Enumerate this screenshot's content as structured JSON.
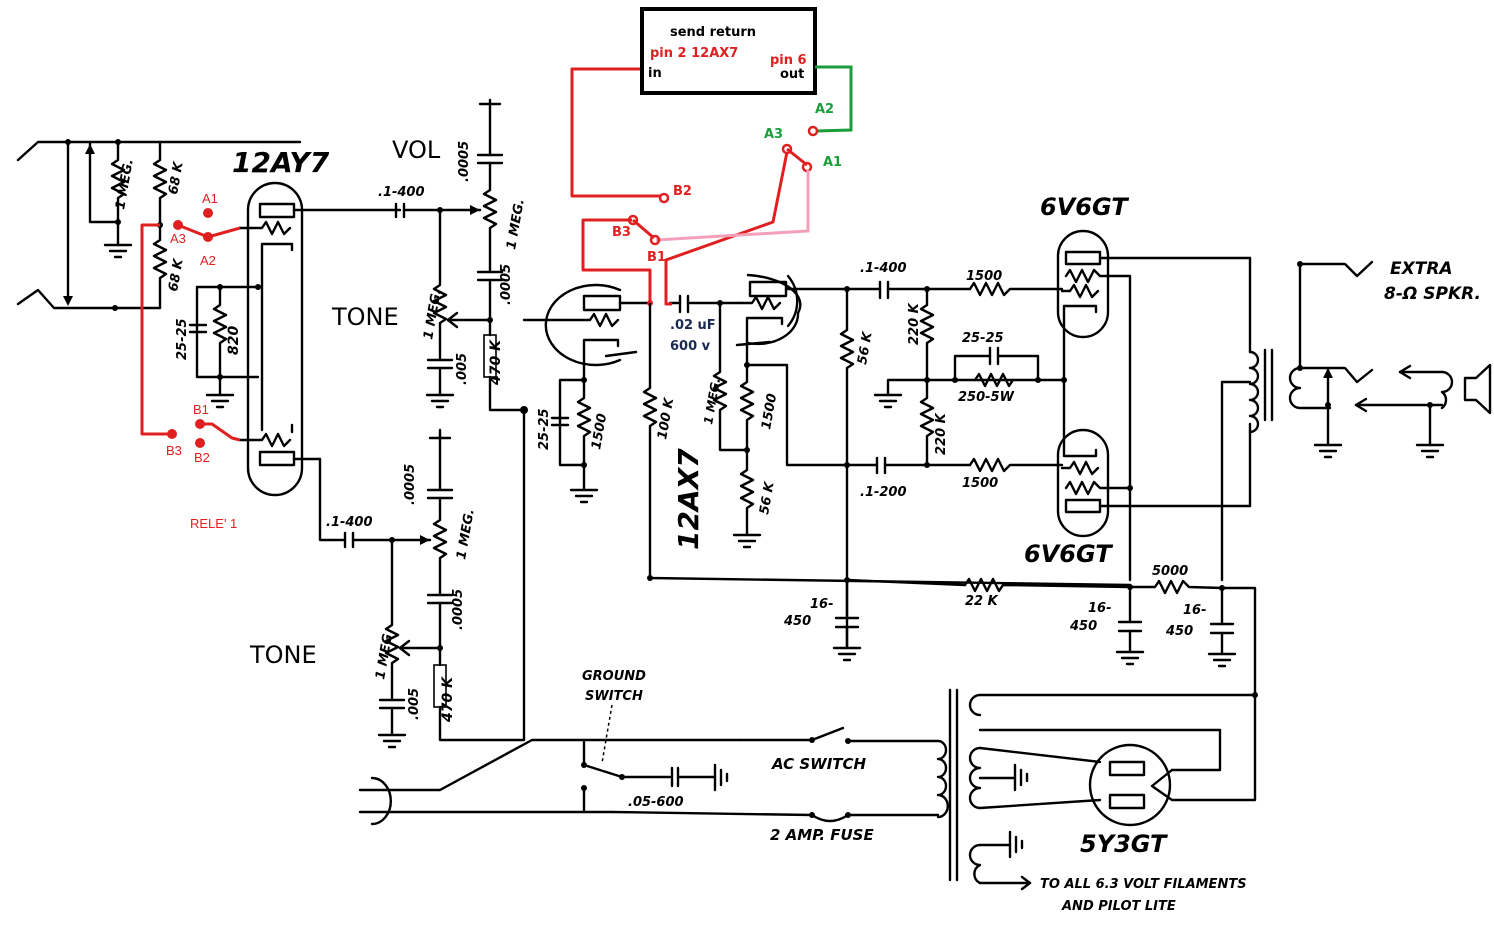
{
  "title": "Guitar amplifier schematic with send/return loop modification",
  "colors": {
    "wire": "#000000",
    "mod_red": "#e02020",
    "mod_green": "#1a9e3a",
    "mod_pink": "#f4a0b8"
  },
  "tubes": {
    "v1": "12AY7",
    "v2": "12AX7",
    "v3": "6V6GT",
    "v4": "6V6GT",
    "rectifier": "5Y3GT"
  },
  "controls": {
    "vol": "VOL",
    "tone1": "TONE",
    "tone2": "TONE"
  },
  "input_section": {
    "r_grid": "1 MEG.",
    "r_upper": "68 K",
    "r_lower": "68 K",
    "cap_cathode": "25-25",
    "r_cathode": "820"
  },
  "relay": {
    "label": "RELE' 1",
    "contacts": [
      "A1",
      "A2",
      "A3",
      "B1",
      "B2",
      "B3"
    ]
  },
  "send_return": {
    "title": "send return",
    "in_pin": "pin 2 12AX7",
    "in_label": "in",
    "out_pin": "pin 6",
    "out_label": "out",
    "contacts": {
      "a1": "A1",
      "a2": "A2",
      "a3": "A3",
      "b1": "B1",
      "b2": "B2",
      "b3": "B3"
    }
  },
  "coupling_cap_mod": {
    "value": ".02 uF",
    "voltage": "600 v"
  },
  "tone_stack_1": {
    "c_coupling": ".1-400",
    "c_top": ".0005",
    "pot_vol": "1 MEG.",
    "c_mid": ".0005",
    "pot_tone": "1 MEG.",
    "c_tone": ".005",
    "r_mix": "470 K"
  },
  "tone_stack_2": {
    "c_coupling": ".1-400",
    "c_top": ".0005",
    "pot_vol": "1 MEG.",
    "c_mid": ".0005",
    "pot_tone": "1 MEG",
    "c_tone": ".005",
    "r_mix": "470 K"
  },
  "second_stage": {
    "cap_cathode": "25-25",
    "r_cathode": "1500",
    "r_plate": "100 K",
    "r_grid": "1 MEG.",
    "r_pi_cathode": "1500",
    "r_tail": "56 K"
  },
  "phase_inverter_out": {
    "c_top": ".1-400",
    "c_bottom": ".1-200",
    "r_plate": "56 K",
    "r_grid_top": "220 K",
    "r_grid_bottom": "220 K",
    "r_stop_top": "1500",
    "r_stop_bottom": "1500",
    "c_bias": "25-25",
    "r_bias": "250-5W"
  },
  "power_supply": {
    "r_drop1": "22 K",
    "r_drop2": "5000",
    "filter_caps": [
      "16-\n450",
      "16-\n450",
      "16-\n450"
    ],
    "filter_cap_value": "16-",
    "filter_cap_voltage": "450"
  },
  "mains": {
    "ground_switch": "GROUND",
    "ground_switch_2": "SWITCH",
    "cap": ".05-600",
    "ac_switch": "AC SWITCH",
    "fuse": "2 AMP. FUSE",
    "filaments_1": "TO ALL 6.3 VOLT FILAMENTS",
    "filaments_2": "AND PILOT LITE"
  },
  "output": {
    "extra_1": "EXTRA",
    "extra_2": "8-Ω SPKR."
  }
}
